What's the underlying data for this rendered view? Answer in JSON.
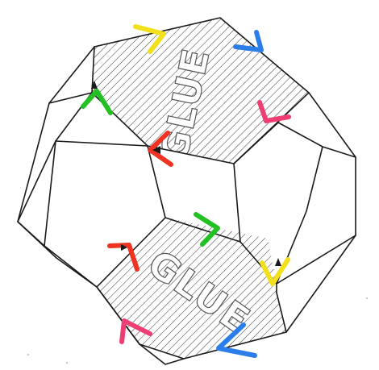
{
  "faces": {
    "top_label": "GLUE",
    "bottom_label": "GLUE"
  },
  "markers": [
    {
      "id": "yellow-top",
      "color": "#f2e01c"
    },
    {
      "id": "blue-top",
      "color": "#2b7de9"
    },
    {
      "id": "pink-right",
      "color": "#ee3e74"
    },
    {
      "id": "green-left",
      "color": "#22c022"
    },
    {
      "id": "red-center",
      "color": "#ee3322"
    },
    {
      "id": "green-center",
      "color": "#22c022"
    },
    {
      "id": "red-lower",
      "color": "#ee3322"
    },
    {
      "id": "yellow-lower",
      "color": "#f2e01c"
    },
    {
      "id": "pink-bottom",
      "color": "#ee3e74"
    },
    {
      "id": "blue-bottom",
      "color": "#2b7de9"
    }
  ]
}
